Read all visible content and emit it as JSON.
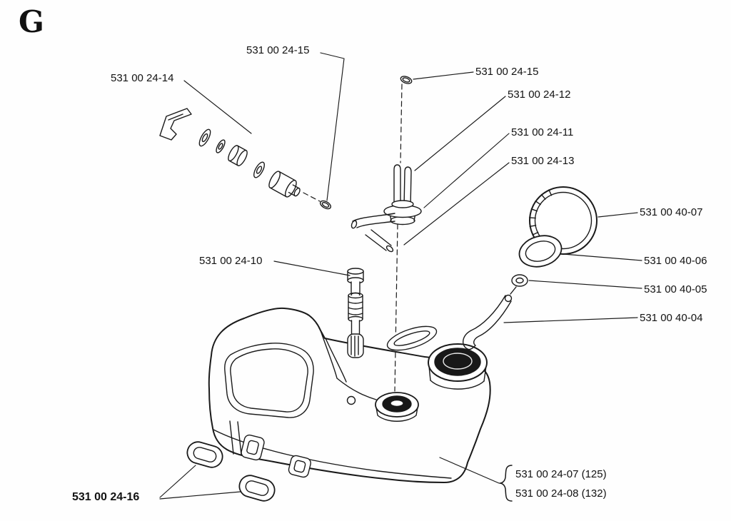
{
  "figure": {
    "section_letter": "G"
  },
  "palette": {
    "background": "#fefefe",
    "ink": "#1a1a1a",
    "opening_fill": "#181818"
  },
  "labels": [
    {
      "id": "clip-upper",
      "text": "531 00 24-15"
    },
    {
      "id": "clip-right",
      "text": "531 00 24-15"
    },
    {
      "id": "filter-assembly",
      "text": "531 00 24-14"
    },
    {
      "id": "fuel-pipes",
      "text": "531 00 24-12"
    },
    {
      "id": "pipe-grommet",
      "text": "531 00 24-11"
    },
    {
      "id": "fuel-hose",
      "text": "531 00 24-13"
    },
    {
      "id": "fuel-cap",
      "text": "531 00 40-07"
    },
    {
      "id": "fuel-pickup",
      "text": "531 00 24-10"
    },
    {
      "id": "cap-ring",
      "text": "531 00 40-06"
    },
    {
      "id": "cap-washer",
      "text": "531 00 40-05"
    },
    {
      "id": "cap-retainer",
      "text": "531 00 40-04"
    },
    {
      "id": "tank-grommets",
      "text": "531 00 24-16"
    },
    {
      "id": "tank-variant-125",
      "text": "531 00 24-07 (125)"
    },
    {
      "id": "tank-variant-132",
      "text": "531 00 24-08 (132)"
    }
  ]
}
